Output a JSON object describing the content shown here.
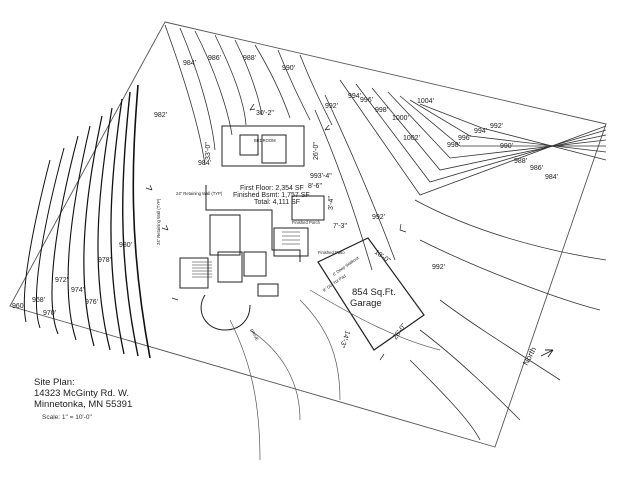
{
  "site_info": {
    "title": "Site Plan:",
    "address_line1": "14323 McGinty Rd. W.",
    "address_line2": "Minnetonka, MN 55391",
    "scale": "Scale: 1\" = 10'-0\""
  },
  "north_label": "North",
  "garage": {
    "area": "854 Sq.Ft.",
    "label": "Garage"
  },
  "floor_areas": {
    "first_floor": "First Floor: 2,354 SF",
    "finished_bsmt": "Finished Bsmt: 1,757 SF",
    "total": "Total: 4,111 SF"
  },
  "dimensions": {
    "top_width": "30'-2\"",
    "left_height": "33'-0\"",
    "right_height": "26'-0\"",
    "step_width": "8'-6\"",
    "elevation_993": "993'-4\"",
    "dim_3_4": "3'-4\"",
    "dim_7_3": "7'-3\"",
    "dim_10_0": "10'-0\"",
    "dim_26_0": "26'-0\"",
    "dim_14_3": "14'-3\""
  },
  "contour_labels": [
    "960'",
    "968'",
    "970'",
    "972'",
    "974'",
    "976'",
    "978'",
    "980'",
    "982'",
    "984'",
    "986'",
    "988'",
    "990'",
    "992'",
    "994'",
    "996'",
    "998'",
    "1000'",
    "1002'",
    "1004'",
    "984'",
    "986'",
    "988'",
    "990'",
    "992'",
    "994'",
    "996'",
    "998'",
    "992'",
    "992'",
    "984'",
    "980'"
  ],
  "minor_labels": [
    "24\" Retaining Wall (TYP)",
    "Finished Porch",
    "Finished Patio",
    "6' Deep Walkout",
    "9\" Dirt Tbl Pad",
    "24\" Retaining Wall (TYP)",
    "DRIVE",
    "BEDROOM"
  ]
}
